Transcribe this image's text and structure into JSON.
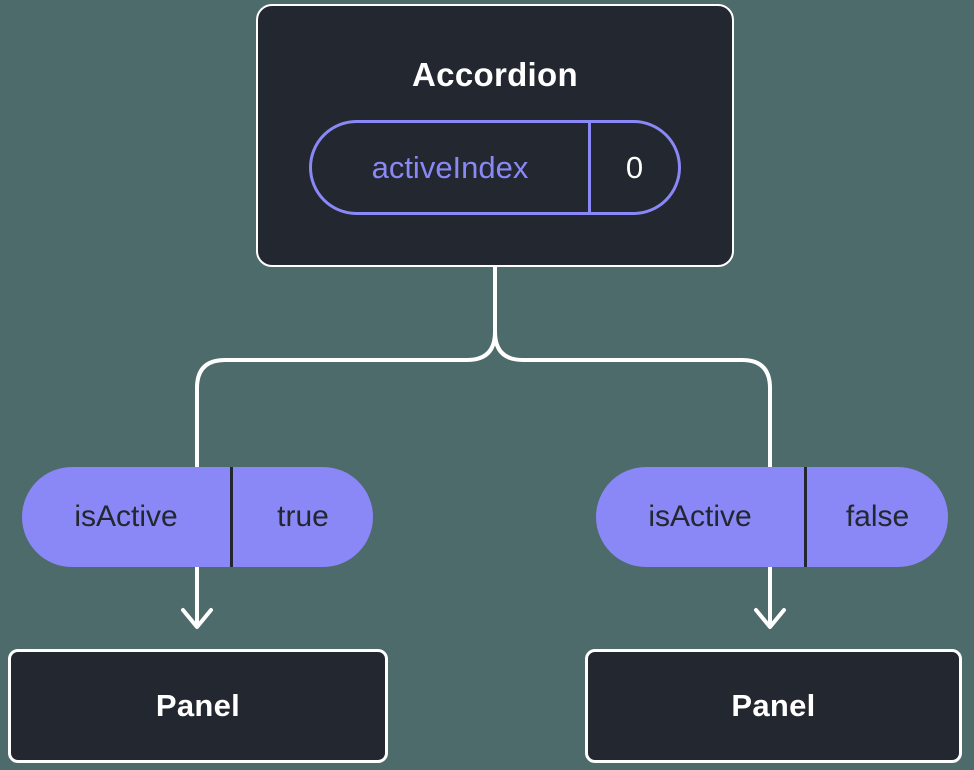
{
  "diagram": {
    "type": "component-state-tree",
    "colors": {
      "background": "#4e6b6b",
      "node_dark": "#23272f",
      "accent_purple": "#8a88f6",
      "connector_white": "#ffffff"
    },
    "root_node": {
      "title": "Accordion",
      "state": {
        "name": "activeIndex",
        "value": "0"
      }
    },
    "branches": [
      {
        "prop_name": "isActive",
        "prop_value": "true",
        "child_label": "Panel"
      },
      {
        "prop_name": "isActive",
        "prop_value": "false",
        "child_label": "Panel"
      }
    ]
  }
}
